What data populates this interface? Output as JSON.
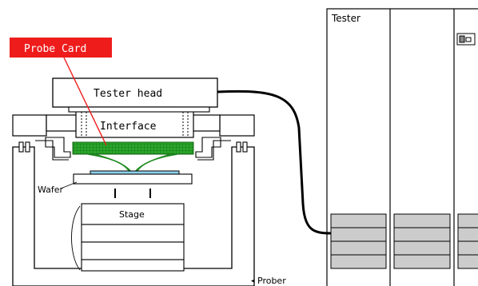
{
  "labels": {
    "probe_card": "Probe Card",
    "tester_head": "Tester head",
    "interface": "Interface",
    "wafer": "Wafer",
    "stage": "Stage",
    "prober": "Prober",
    "tester": "Tester"
  },
  "colors": {
    "probe_card_callout": "#ef1c1c",
    "probe_card_green": "#2aa52a",
    "wafer_blue": "#8fd0ec",
    "tester_slot_gray": "#cccccc",
    "line": "#000000"
  }
}
